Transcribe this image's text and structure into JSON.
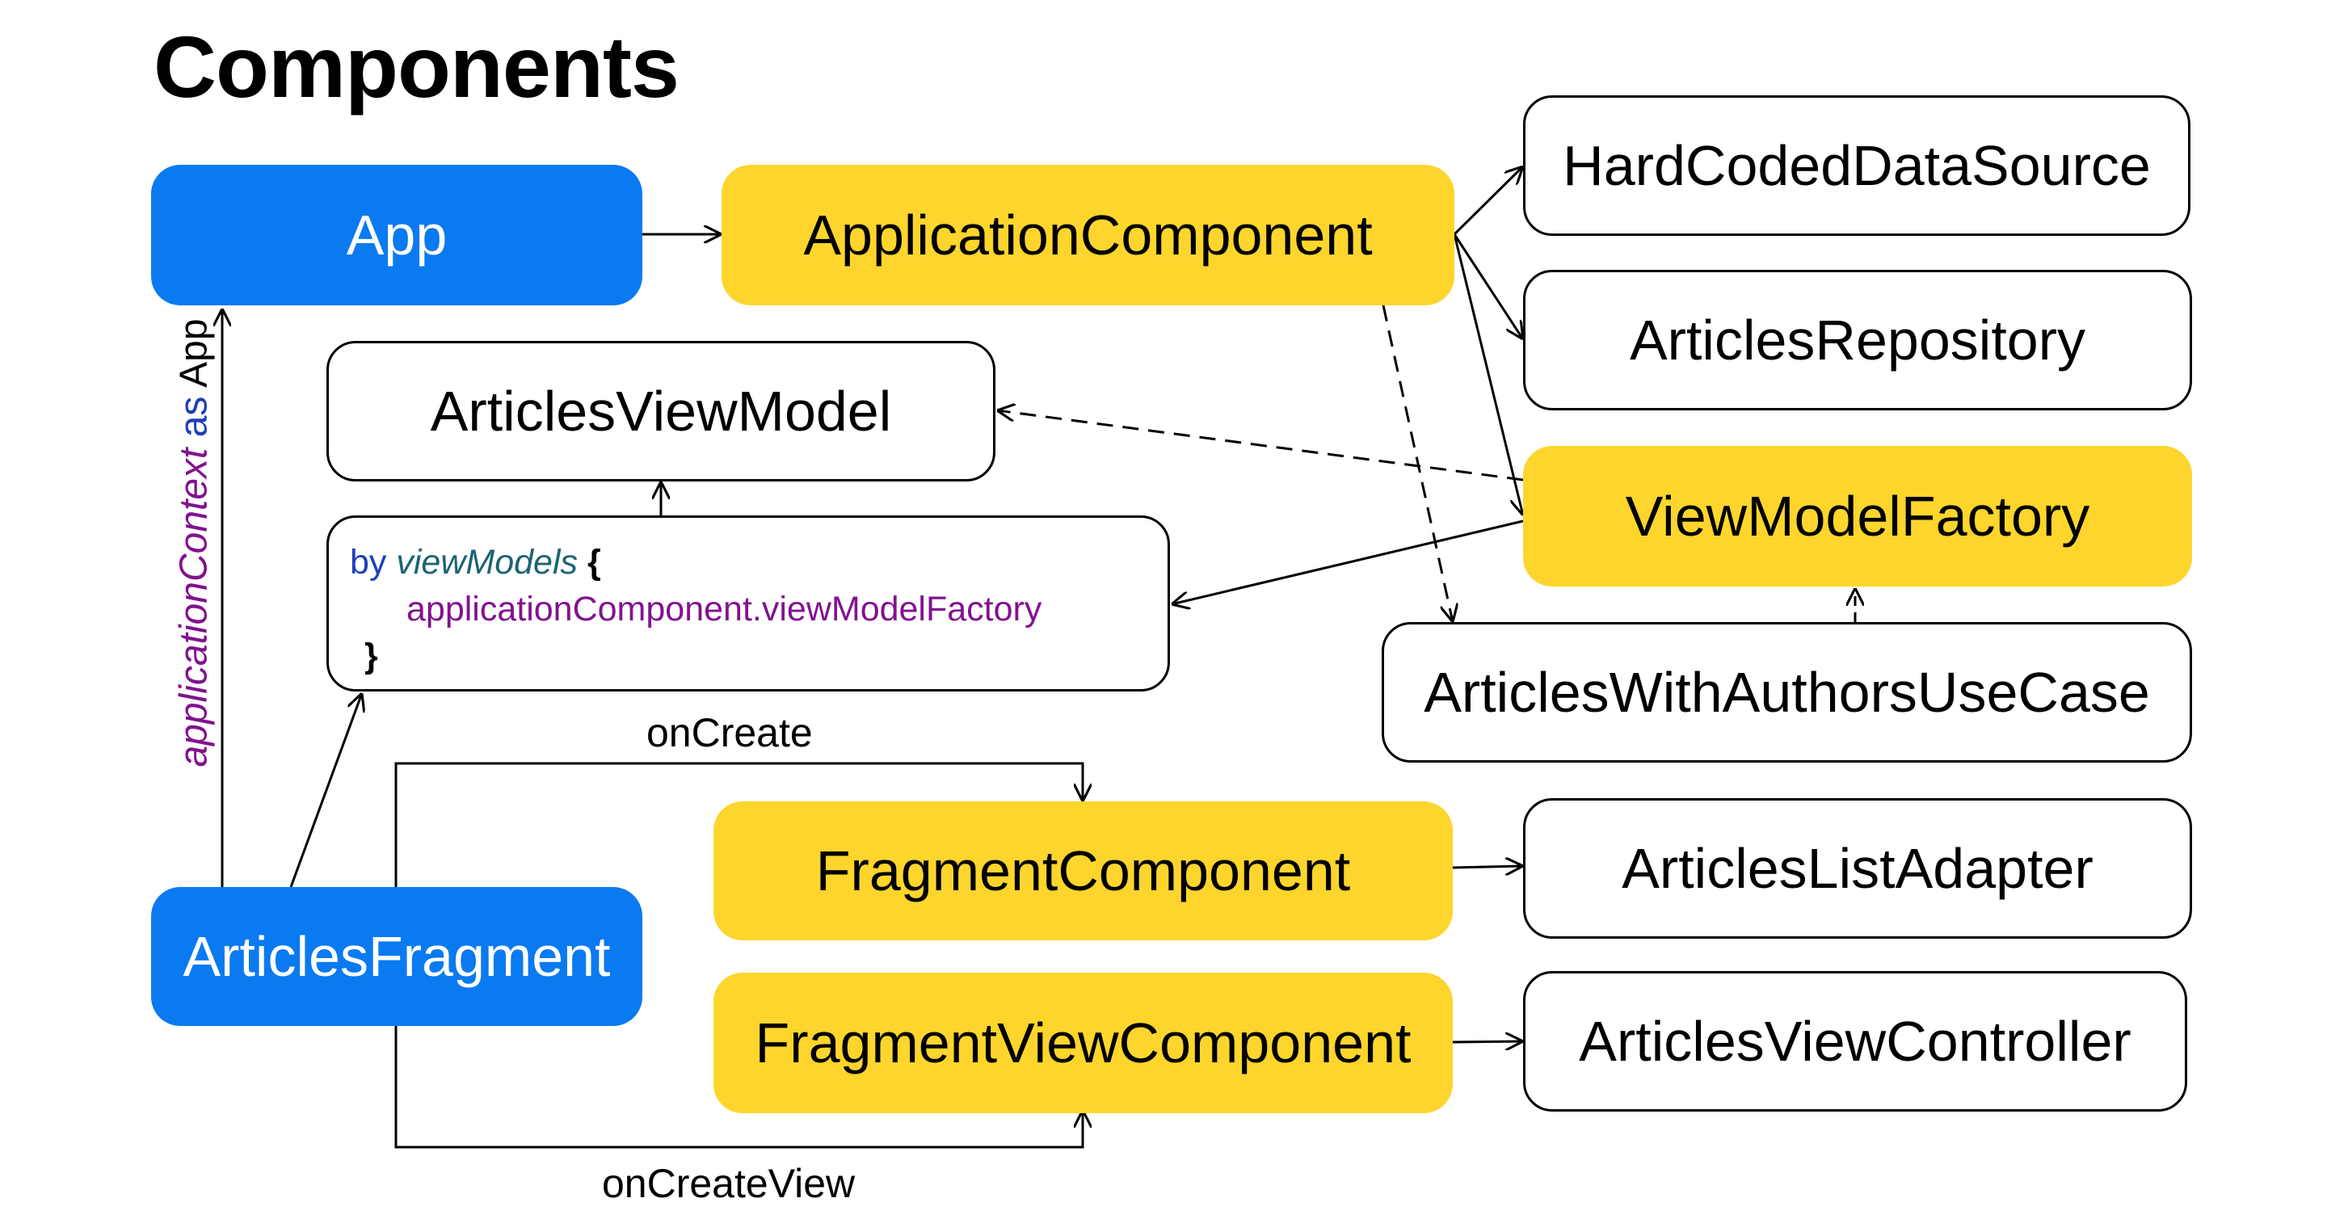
{
  "title": "Components",
  "nodes": {
    "app": "App",
    "application_component": "ApplicationComponent",
    "hard_coded_data_source": "HardCodedDataSource",
    "articles_repository": "ArticlesRepository",
    "articles_view_model": "ArticlesViewModel",
    "view_model_factory": "ViewModelFactory",
    "articles_with_authors_use_case": "ArticlesWithAuthorsUseCase",
    "fragment_component": "FragmentComponent",
    "articles_list_adapter": "ArticlesListAdapter",
    "articles_fragment": "ArticlesFragment",
    "fragment_view_component": "FragmentViewComponent",
    "articles_view_controller": "ArticlesViewController"
  },
  "code_box": {
    "by": "by",
    "function": "viewModels",
    "open_brace": "{",
    "body": "applicationComponent.viewModelFactory",
    "close_brace": "}"
  },
  "edge_labels": {
    "on_create": "onCreate",
    "on_create_view": "onCreateView",
    "cast_context": "applicationContext",
    "cast_as": "as",
    "cast_type": "App"
  },
  "colors": {
    "blue_node": "#0a7af0",
    "yellow_node": "#fdd52c",
    "code_keyword": "#1d3fb8",
    "code_function": "#1b6473",
    "code_purple": "#82128f"
  }
}
